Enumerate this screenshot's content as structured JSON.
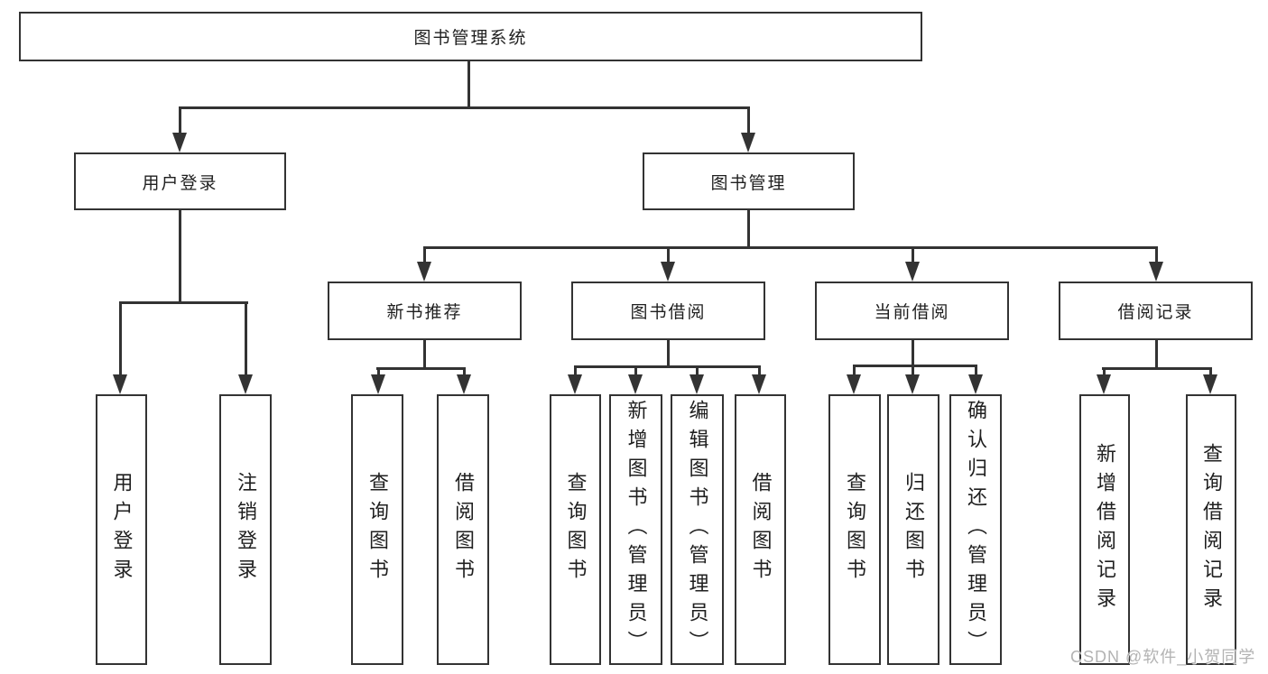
{
  "diagram": {
    "type": "hierarchy-diagram",
    "tree": {
      "root": {
        "label": "图书管理系统"
      },
      "branches": [
        {
          "label": "用户登录",
          "children": [
            {
              "label": "用户登录"
            },
            {
              "label": "注销登录"
            }
          ]
        },
        {
          "label": "图书管理",
          "children": [
            {
              "label": "新书推荐",
              "children": [
                {
                  "label": "查询图书"
                },
                {
                  "label": "借阅图书"
                }
              ]
            },
            {
              "label": "图书借阅",
              "children": [
                {
                  "label": "查询图书"
                },
                {
                  "label": "新增图书（管理员）"
                },
                {
                  "label": "编辑图书（管理员）"
                },
                {
                  "label": "借阅图书"
                }
              ]
            },
            {
              "label": "当前借阅",
              "children": [
                {
                  "label": "查询图书"
                },
                {
                  "label": "归还图书"
                },
                {
                  "label": "确认归还（管理员）"
                }
              ]
            },
            {
              "label": "借阅记录",
              "children": [
                {
                  "label": "新增借阅记录"
                },
                {
                  "label": "查询借阅记录"
                }
              ]
            }
          ]
        }
      ]
    },
    "watermark": {
      "text": "CSDN @软件_小贺同学"
    },
    "colors": {
      "line": "#333333",
      "box_border": "#333333",
      "text": "#1f1f1f",
      "watermark": "#b3b3b3",
      "background": "#ffffff"
    }
  }
}
